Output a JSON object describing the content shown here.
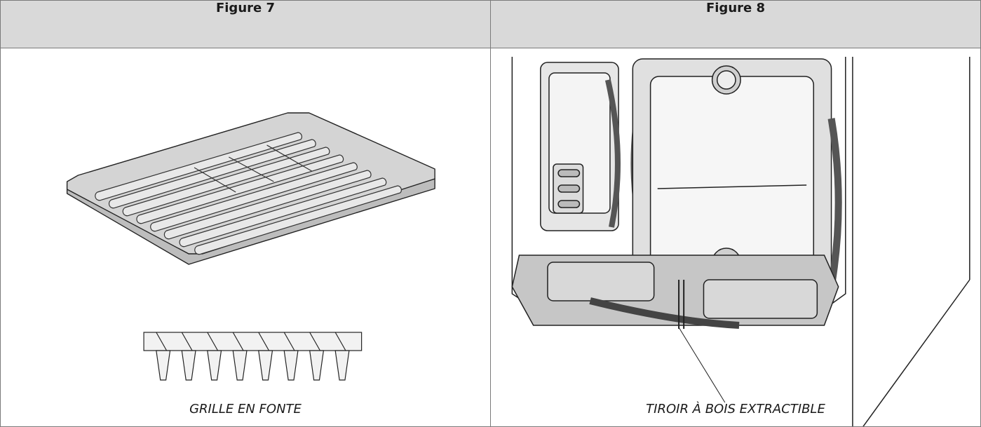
{
  "figures": [
    {
      "title": "Figure 7",
      "caption": "GRILLE EN FONTE",
      "illustration": "cast-iron-grate"
    },
    {
      "title": "Figure 8",
      "caption": "TIROIR À BOIS EXTRACTIBLE",
      "illustration": "pull-out-wood-drawer"
    }
  ]
}
